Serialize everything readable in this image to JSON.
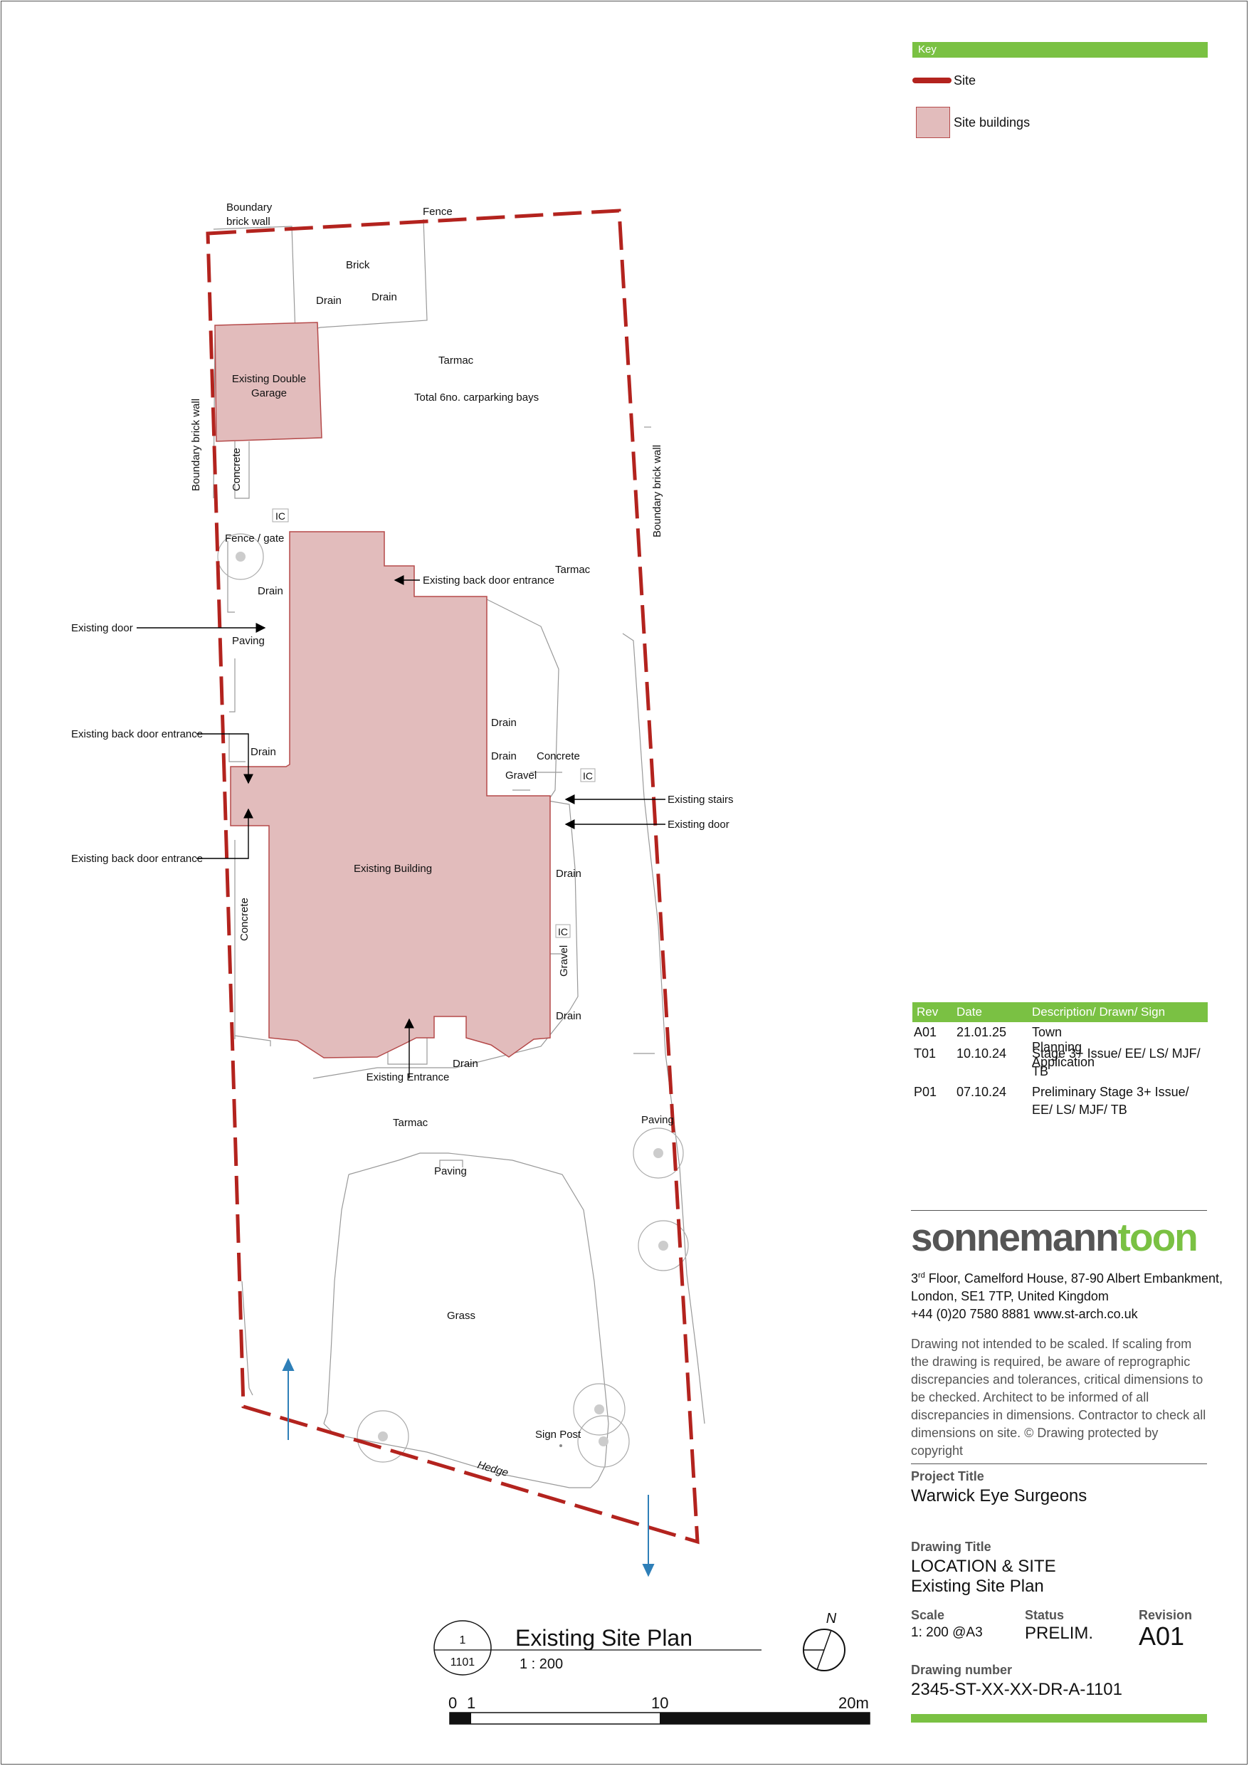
{
  "key": {
    "title": "Key",
    "items": [
      {
        "label": "Site",
        "color": "#b3231e"
      },
      {
        "label": "Site buildings",
        "color": "#e2bcbc"
      }
    ]
  },
  "plan_labels": {
    "boundary_brick_wall_top_1": "Boundary",
    "boundary_brick_wall_top_2": "brick wall",
    "fence": "Fence",
    "brick": "Brick",
    "drain_1": "Drain",
    "drain_2": "Drain",
    "garage_1": "Existing Double",
    "garage_2": "Garage",
    "tarmac_1": "Tarmac",
    "carparking": "Total 6no. carparking bays",
    "boundary_wall_left": "Boundary brick wall",
    "concrete_1": "Concrete",
    "ic_1": "IC",
    "fence_gate": "Fence / gate",
    "drain_3": "Drain",
    "existing_back_door_1": "Existing back door entrance",
    "tarmac_2": "Tarmac",
    "boundary_wall_right": "Boundary brick wall",
    "existing_door_left": "Existing door",
    "paving_1": "Paving",
    "drain_4": "Drain",
    "existing_back_door_2": "Existing back door entrance",
    "drain_5": "Drain",
    "drain_6": "Drain",
    "concrete_2": "Concrete",
    "gravel_1": "Gravel",
    "ic_2": "IC",
    "existing_stairs": "Existing stairs",
    "existing_door_right": "Existing door",
    "existing_back_door_3": "Existing back door entrance",
    "existing_building": "Existing Building",
    "drain_7": "Drain",
    "concrete_3": "Concrete",
    "ic_3": "IC",
    "gravel_2": "Gravel",
    "drain_8": "Drain",
    "drain_9": "Drain",
    "existing_entrance": "Existing Entrance",
    "tarmac_3": "Tarmac",
    "paving_2": "Paving",
    "paving_3": "Paving",
    "grass": "Grass",
    "sign_post": "Sign Post",
    "hedge": "Hedge"
  },
  "drawing_label": {
    "number_top": "1",
    "number_bottom": "1101",
    "title": "Existing Site Plan",
    "scale": "1 : 200",
    "north": "N",
    "scalebar": [
      "0",
      "1",
      "10",
      "20m"
    ]
  },
  "revisions": {
    "headers": [
      "Rev",
      "Date",
      "Description/ Drawn/ Sign"
    ],
    "rows": [
      {
        "rev": "A01",
        "date": "21.01.25",
        "desc": [
          "Town Planning Application"
        ]
      },
      {
        "rev": "T01",
        "date": "10.10.24",
        "desc": [
          "Stage 3+ Issue/ EE/ LS/ MJF/",
          "TB"
        ]
      },
      {
        "rev": "P01",
        "date": "07.10.24",
        "desc": [
          "Preliminary Stage 3+ Issue/",
          "EE/ LS/ MJF/ TB"
        ]
      }
    ]
  },
  "company": {
    "logo_part1": "sonnemann",
    "logo_part2": "toon",
    "logo_colors": {
      "part1": "#555555",
      "part2": "#7ac143"
    },
    "address_line1_sup": "rd",
    "address_line1_pre": "3",
    "address_line1_post": " Floor, Camelford House, 87-90 Albert Embankment,",
    "address_line2": "London, SE1 7TP, United Kingdom",
    "address_line3": "+44 (0)20 7580 8881 www.st-arch.co.uk",
    "disclaimer": "Drawing not intended to be scaled. If scaling from the drawing is required, be aware of reprographic discrepancies and tolerances, critical dimensions to be checked. Architect to be informed of all discrepancies in dimensions. Contractor to check all dimensions on site. © Drawing protected by copyright"
  },
  "title_block": {
    "project_title_label": "Project Title",
    "project_title": "Warwick Eye Surgeons",
    "drawing_title_label": "Drawing Title",
    "drawing_title_1": "LOCATION & SITE",
    "drawing_title_2": "Existing Site Plan",
    "scale_label": "Scale",
    "scale": "1: 200 @A3",
    "status_label": "Status",
    "status": "PRELIM.",
    "revision_label": "Revision",
    "revision": "A01",
    "drawing_number_label": "Drawing number",
    "drawing_number": "2345-ST-XX-XX-DR-A-1101"
  }
}
